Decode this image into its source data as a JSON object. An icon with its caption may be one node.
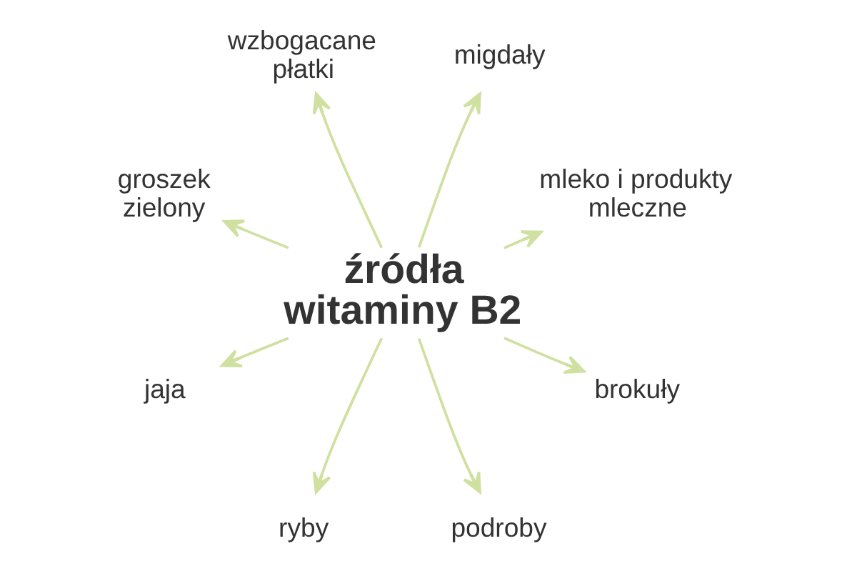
{
  "diagram": {
    "nodes": [
      {
        "text": [
          "źródła witaminy B2"
        ]
      },
      {
        "text": [
          "migdały"
        ]
      },
      {
        "text": [
          "mleko i produkty mleczne"
        ]
      },
      {
        "text": [
          "brokuły"
        ]
      },
      {
        "text": [
          "podroby"
        ]
      },
      {
        "text": [
          "ryby"
        ]
      },
      {
        "text": [
          "jaja"
        ]
      },
      {
        "text": [
          "groszek zielony"
        ]
      },
      {
        "text": [
          "wzbogacane płatki"
        ]
      }
    ],
    "edges": [
      {
        "from": 0,
        "to": 1,
        "arrow": "to"
      },
      {
        "from": 0,
        "to": 2,
        "arrow": "to"
      },
      {
        "from": 0,
        "to": 3,
        "arrow": "to"
      },
      {
        "from": 0,
        "to": 4,
        "arrow": "to"
      },
      {
        "from": 0,
        "to": 5,
        "arrow": "to"
      },
      {
        "from": 0,
        "to": 6,
        "arrow": "to"
      },
      {
        "from": 0,
        "to": 7,
        "arrow": "to"
      },
      {
        "from": 0,
        "to": 8,
        "arrow": "to"
      }
    ]
  }
}
